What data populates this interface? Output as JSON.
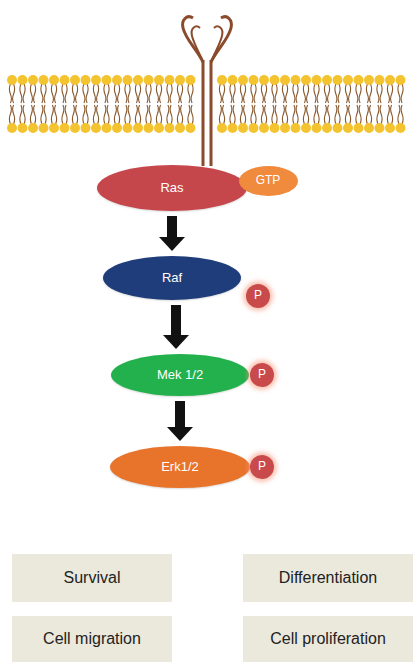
{
  "diagram": {
    "nodes": [
      {
        "text": [
          "Ras"
        ]
      },
      {
        "text": [
          "GTP"
        ]
      },
      {
        "text": [
          "Raf"
        ]
      },
      {
        "text": [
          "P"
        ]
      },
      {
        "text": [
          "Mek 1/2"
        ]
      },
      {
        "text": [
          "P"
        ]
      },
      {
        "text": [
          "Erk1/2"
        ]
      },
      {
        "text": [
          "P"
        ]
      },
      {
        "text": [
          "Survival"
        ]
      },
      {
        "text": [
          "Differentiation"
        ]
      },
      {
        "text": [
          "Cell migration"
        ]
      },
      {
        "text": [
          "Cell proliferation"
        ]
      }
    ],
    "edges": [
      {
        "from": 0,
        "to": 2,
        "arrow": "to"
      },
      {
        "from": 2,
        "to": 4,
        "arrow": "to"
      },
      {
        "from": 4,
        "to": 6,
        "arrow": "to"
      }
    ]
  }
}
